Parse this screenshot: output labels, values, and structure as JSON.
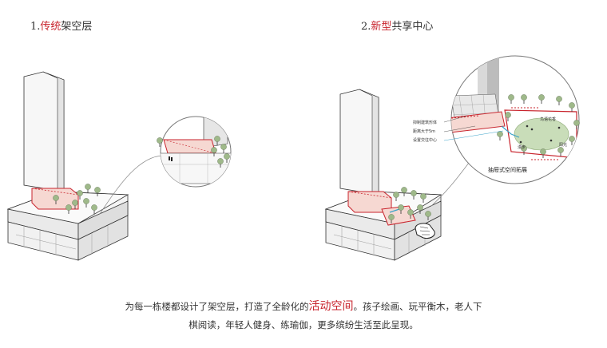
{
  "titles": {
    "left": {
      "number": "1.",
      "highlight": "传统",
      "rest": "架空层"
    },
    "right": {
      "number": "2.",
      "highlight": "新型",
      "rest": "共享中心"
    }
  },
  "callout": {
    "labels": [
      "抑制建筑形体",
      "距离大于5m",
      "设置交往中心"
    ],
    "zoom_label": "抽屉式空间拓展",
    "small_labels": [
      "鸟语花香",
      "阳光",
      "漫步"
    ]
  },
  "caption": {
    "line1_before": "为每一栋楼都设计了架空层，打造了全龄化的",
    "line1_highlight": "活动空间",
    "line1_after": "。孩子绘画、玩平衡木，老人下",
    "line2": "棋阅读，年轻人健身、练瑜伽，更多缤纷生活至此呈现。"
  },
  "colors": {
    "accent": "#c8232c",
    "tree": "#9fb98a",
    "outline": "#333333"
  }
}
